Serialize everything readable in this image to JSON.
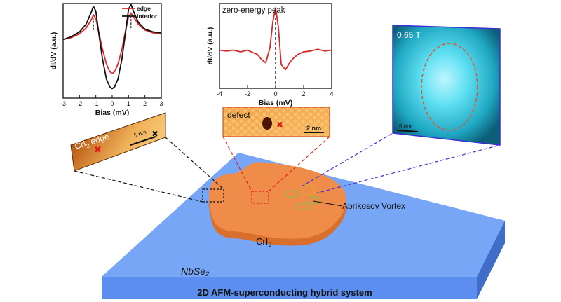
{
  "caption": "2D AFM-superconducting hybrid system",
  "substrate_label": "NbSe₂",
  "flake_label": "CrI",
  "flake_label_sub": "2",
  "vortex_label": "Abrikosov Vortex",
  "edge_inset": {
    "label": "CrI",
    "label_sub": "2",
    "label_tail": " edge",
    "scalebar": "5 nm"
  },
  "defect_inset": {
    "label": "defect",
    "scalebar": "2 nm"
  },
  "vortex_inset": {
    "field_label": "0.65 T",
    "scalebar": "5 nm"
  },
  "colors": {
    "edge_curve": "#e0262a",
    "interior_curve": "#111111",
    "zep_curve": "#d42a2a",
    "flake": "#f08c4a",
    "substrate": "#6d9ef5",
    "vortex_map": "#3fd3e8",
    "edge_connector": "#111111",
    "defect_connector": "#e02020",
    "vortex_connector": "#4a2fd6"
  },
  "chart_data": [
    {
      "type": "line",
      "xlabel": "Bias (mV)",
      "ylabel": "dI/dV (a.u.)",
      "xlim": [
        -3,
        3
      ],
      "xticks": [
        -3,
        -2,
        -1,
        0,
        1,
        2,
        3
      ],
      "xtick_labels": [
        "-3",
        "-2",
        "-1",
        "0",
        "1",
        "2",
        "3"
      ],
      "legend": "top-right",
      "series": [
        {
          "name": "edge",
          "color": "#e0262a",
          "x": [
            -3,
            -2.5,
            -2,
            -1.6,
            -1.3,
            -1.15,
            -1.0,
            -0.85,
            -0.6,
            -0.35,
            -0.15,
            0,
            0.15,
            0.35,
            0.6,
            0.85,
            1.0,
            1.15,
            1.3,
            1.6,
            2,
            2.5,
            3
          ],
          "y": [
            0.62,
            0.64,
            0.68,
            0.74,
            0.82,
            0.88,
            0.84,
            0.72,
            0.52,
            0.36,
            0.28,
            0.26,
            0.28,
            0.36,
            0.52,
            0.74,
            0.86,
            0.9,
            0.86,
            0.78,
            0.72,
            0.69,
            0.68
          ]
        },
        {
          "name": "interior",
          "color": "#111111",
          "x": [
            -3,
            -2.5,
            -2,
            -1.6,
            -1.3,
            -1.15,
            -1.0,
            -0.85,
            -0.6,
            -0.35,
            -0.15,
            0,
            0.15,
            0.35,
            0.6,
            0.85,
            1.0,
            1.15,
            1.3,
            1.6,
            2,
            2.5,
            3
          ],
          "y": [
            0.62,
            0.65,
            0.7,
            0.78,
            0.9,
            0.97,
            0.92,
            0.72,
            0.42,
            0.2,
            0.12,
            0.1,
            0.12,
            0.2,
            0.42,
            0.74,
            0.94,
            0.99,
            0.92,
            0.8,
            0.73,
            0.7,
            0.69
          ]
        }
      ]
    },
    {
      "type": "line",
      "title": "zero-energy peak",
      "xlabel": "Bias (mV)",
      "ylabel": "dI/dV (a.u.)",
      "xlim": [
        -4,
        4
      ],
      "xticks": [
        -4,
        -2,
        0,
        2,
        4
      ],
      "xtick_labels": [
        "-4",
        "-2",
        "0",
        "2",
        "4"
      ],
      "series": [
        {
          "color": "#d42a2a",
          "x": [
            -4,
            -3.5,
            -3,
            -2.5,
            -2,
            -1.6,
            -1.3,
            -1.0,
            -0.7,
            -0.4,
            -0.2,
            0,
            0.2,
            0.4,
            0.7,
            1.0,
            1.3,
            1.6,
            2,
            2.5,
            3,
            3.5,
            4
          ],
          "y": [
            0.45,
            0.44,
            0.45,
            0.43,
            0.45,
            0.42,
            0.4,
            0.34,
            0.3,
            0.48,
            0.78,
            0.95,
            0.72,
            0.28,
            0.22,
            0.3,
            0.36,
            0.4,
            0.43,
            0.44,
            0.46,
            0.44,
            0.45
          ]
        }
      ]
    }
  ]
}
